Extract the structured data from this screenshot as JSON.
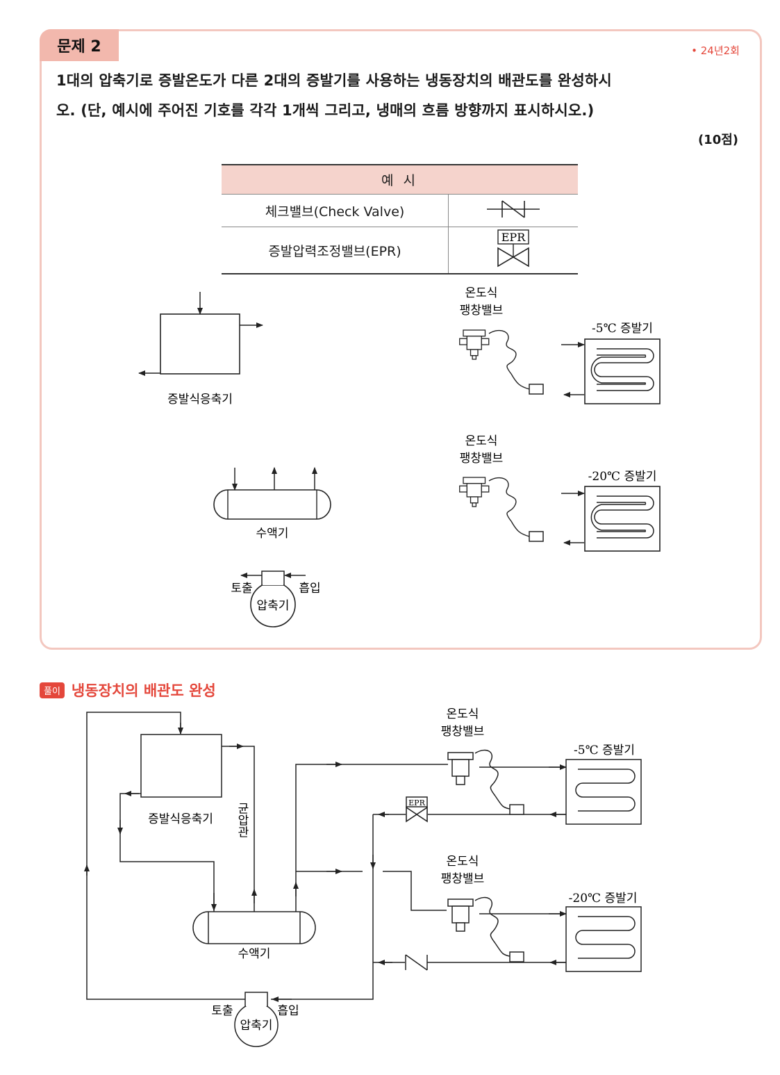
{
  "problem": {
    "tag": "문제 2",
    "year": "• 24년2회",
    "line1": "1대의 압축기로 증발온도가 다른 2대의 증발기를 사용하는 냉동장치의 배관도를 완성하시",
    "line2": "오. (단, 예시에 주어진 기호를 각각 1개씩 그리고, 냉매의 흐름 방향까지 표시하시오.)",
    "points": "(10점)"
  },
  "legend": {
    "header": "예 시",
    "rows": [
      {
        "name": "체크밸브(Check Valve)",
        "symbol": "check-valve"
      },
      {
        "name": "증발압력조정밸브(EPR)",
        "symbol": "epr-valve"
      }
    ],
    "epr_label": "EPR"
  },
  "diagram": {
    "evap_condenser": "증발식응축기",
    "txv_line1": "온도식",
    "txv_line2": "팽창밸브",
    "evap1": "-5℃ 증발기",
    "evap2": "-20℃ 증발기",
    "receiver": "수액기",
    "compressor": "압축기",
    "discharge": "토출",
    "suction": "흡입"
  },
  "solution": {
    "badge": "풀이",
    "title": "냉동장치의 배관도 완성",
    "equalizer": "균압관"
  }
}
